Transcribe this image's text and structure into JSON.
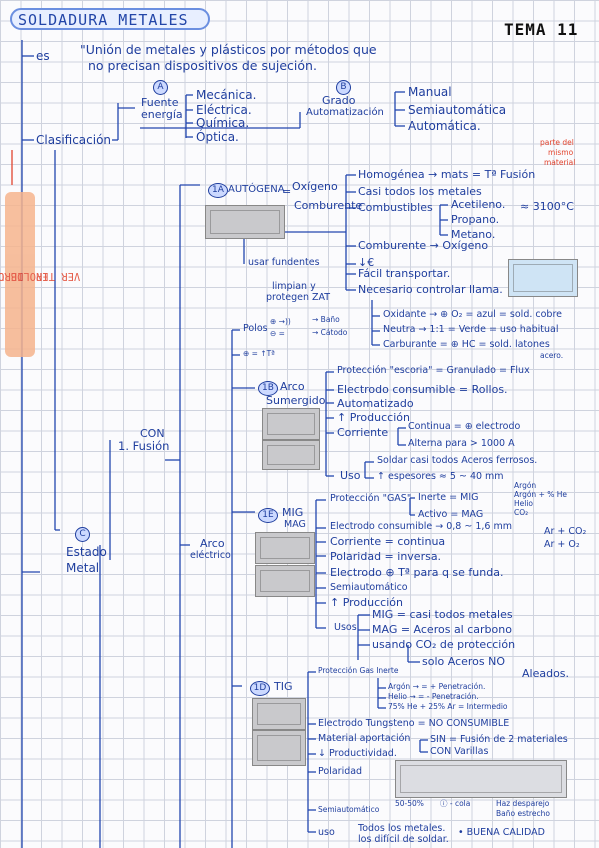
{
  "header": {
    "title": "SOLDADURA METALES",
    "tema": "TEMA 11"
  },
  "side_note": {
    "line1": "VER TIPO DE UNIONES",
    "line2": "EN LIBRO."
  },
  "definition": {
    "label": "es",
    "line1": "\"Unión de metales y plásticos por métodos que",
    "line2": "no precisan dispositivos de sujeción."
  },
  "clasificacion": {
    "label": "Clasificación",
    "fuente": {
      "mark": "A",
      "line1": "Fuente",
      "line2": "energía",
      "items": [
        "Mecánica.",
        "Eléctrica.",
        "Química.",
        "Óptica."
      ]
    },
    "grado": {
      "mark": "B",
      "line1": "Grado",
      "line2": "Automatización",
      "items": [
        "Manual",
        "Semiautomática",
        "Automática."
      ]
    },
    "estado": {
      "mark": "C",
      "line1": "Estado",
      "line2": "Metal"
    }
  },
  "con_fusion": {
    "line1": "CON",
    "line2": "1. Fusión"
  },
  "autogena": {
    "mark": "1A",
    "label": "AUTÓGENA",
    "eq": "=",
    "oxigeno": "Oxígeno",
    "comburente": "Comburente",
    "items": {
      "homogenea": "Homogénea → mats = Tª Fusión",
      "homogenea_note1": "parte del",
      "homogenea_note2": "mismo",
      "homogenea_note3": "material",
      "casi_todos": "Casi todos los metales",
      "combustibles": "Combustibles",
      "comb_list": [
        "Acetileno.",
        "Propano.",
        "Metano."
      ],
      "acetileno_temp": "≈ 3100°C",
      "comburente_ox": "Comburente → Oxígeno",
      "euro": "↓€",
      "facil": "Fácil transportar.",
      "control": "Necesario controlar llama."
    },
    "fundentes": {
      "line1": "usar fundentes",
      "line2": "limpian y",
      "line3": "protegen ZAT"
    },
    "llama": [
      "Oxidante → ⊕ O₂ = azul = sold. cobre",
      "Neutra → 1:1 = Verde = uso habitual",
      "Carburante = ⊕ HC = sold. latones"
    ],
    "carb_extra": "acero."
  },
  "arco_electrico": {
    "line1": "Arco",
    "line2": "eléctrico",
    "polos": "Polos",
    "polos_items": [
      "→ Baño",
      "→ Cátodo"
    ],
    "polo_marks": [
      "⊕ →))",
      "⊖ ="
    ],
    "polo_tt": "⊕ = ↑Tª"
  },
  "sumergido": {
    "mark": "1B",
    "line1": "Arco",
    "line2": "Sumergido",
    "items": [
      "Protección \"escoria\" = Granulado = Flux",
      "Electrodo consumible = Rollos.",
      "Automatizado",
      "↑ Producción"
    ],
    "corriente": "Corriente",
    "corriente_items": [
      "Continua = ⊕ electrodo",
      "Alterna para > 1000 A"
    ],
    "uso": "Uso",
    "uso_items": [
      "Soldar casi todos Aceros ferrosos.",
      "↑ espesores ≈ 5 ~ 40 mm"
    ]
  },
  "mig": {
    "mark": "1E",
    "line1": "MIG",
    "line2": "MAG",
    "proteccion": "Protección \"GAS\"",
    "inerte": "Inerte = MIG",
    "activo": "Activo = MAG",
    "inerte_gases": [
      "Argón",
      "Argón + % He",
      "Helio",
      "CO₂"
    ],
    "activo_gases": [
      "Ar + CO₂",
      "Ar + O₂"
    ],
    "items": [
      "Electrodo consumible → 0,8 ~ 1,6 mm",
      "Corriente = continua",
      "Polaridad = inversa.",
      "Electrodo ⊕ Tª para q se funda.",
      "Semiautomático",
      "↑ Producción"
    ],
    "usos": "Usos",
    "usos_items": [
      "MIG = casi todos metales",
      "MAG = Aceros al carbono",
      "usando CO₂ de protección",
      "solo Aceros NO",
      "Aleados."
    ]
  },
  "tig": {
    "mark": "1D",
    "label": "TIG",
    "proteccion": "Protección Gas Inerte",
    "gases": [
      "Argón → = + Penetración.",
      "Helio → = - Penetración.",
      "75% He + 25% Ar = Intermedio"
    ],
    "items": [
      "Electrodo Tungsteno = NO CONSUMIBLE",
      "Material aportación",
      "↓ Productividad."
    ],
    "aportacion": [
      "SIN = Fusión de 2 materiales",
      "CON Varillas"
    ],
    "polaridad": "Polaridad",
    "polaridad_notes": [
      "50-50%",
      "ⓘ - cola",
      "Haz desparejo",
      "Baño estrecho"
    ],
    "semi": "Semiautomático",
    "uso": "uso",
    "uso_items": [
      "Todos los metales.",
      "los difícil de soldar.",
      "• BUENA CALIDAD"
    ]
  }
}
